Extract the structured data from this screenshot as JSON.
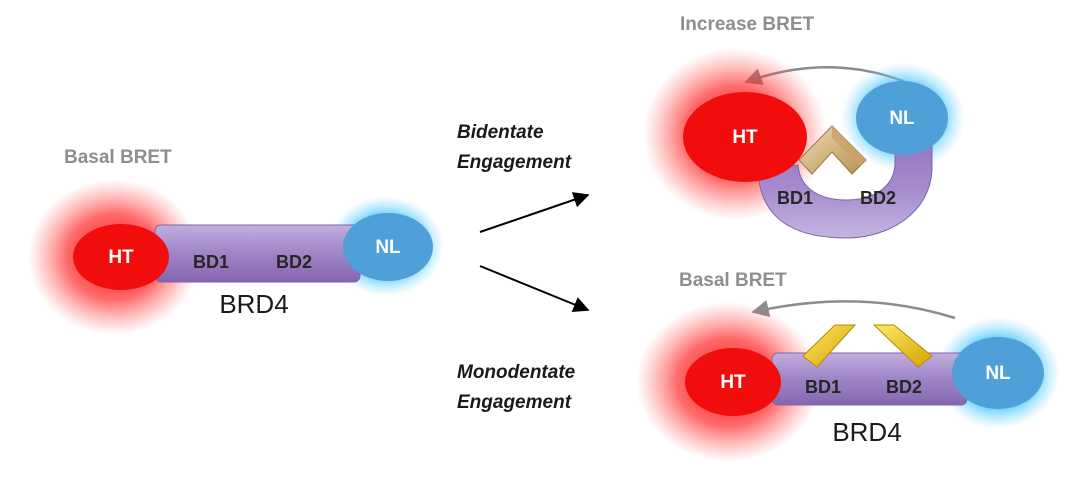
{
  "left_panel": {
    "title": "Basal BRET",
    "ht": "HT",
    "nl": "NL",
    "bd1": "BD1",
    "bd2": "BD2",
    "protein": "BRD4"
  },
  "arrows": {
    "top_line1": "Bidentate",
    "top_line2": "Engagement",
    "bottom_line1": "Monodentate",
    "bottom_line2": "Engagement"
  },
  "top_right": {
    "title": "Increase BRET",
    "ht": "HT",
    "nl": "NL",
    "bd1": "BD1",
    "bd2": "BD2"
  },
  "bottom_right": {
    "title": "Basal BRET",
    "ht": "HT",
    "nl": "NL",
    "bd1": "BD1",
    "bd2": "BD2",
    "protein": "BRD4"
  },
  "colors": {
    "ht": "#f20d0d",
    "nl": "#4fa0d9",
    "brd4": "#a58ac9",
    "ligand_bidentate": "#d8b77c",
    "ligand_monodentate": "#f2c200"
  }
}
